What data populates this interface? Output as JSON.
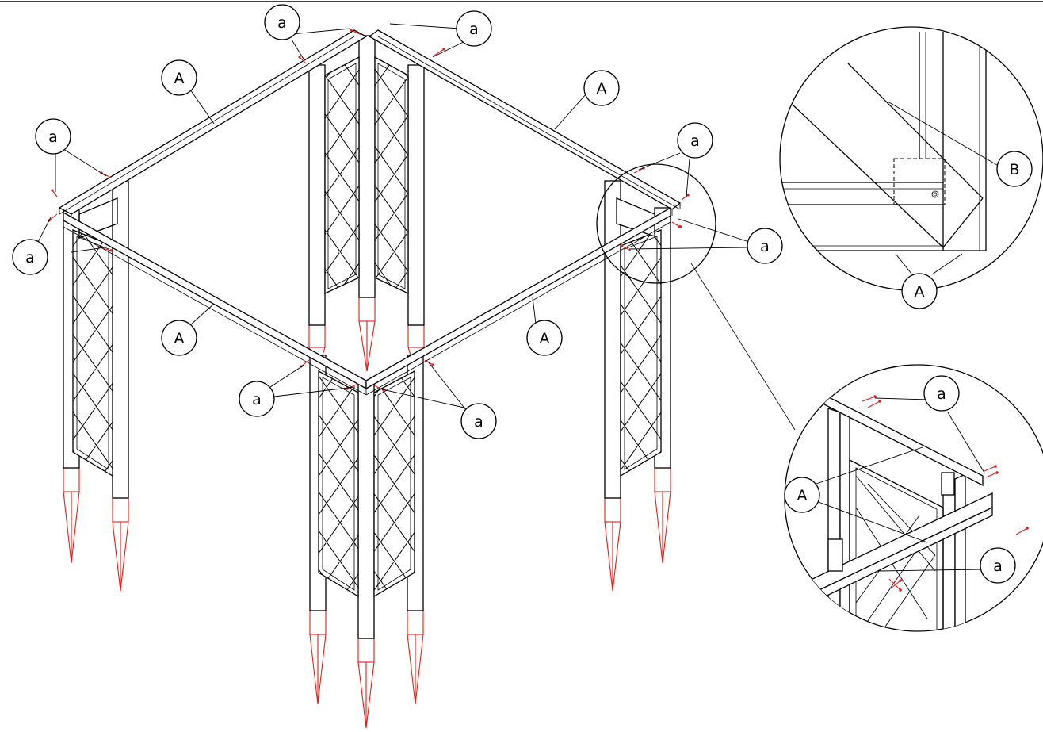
{
  "callouts": {
    "beam": "A",
    "screw": "a",
    "bracket": "B"
  },
  "colors": {
    "line": "#000000",
    "hardware": "#e0201a",
    "background": "#ffffff"
  }
}
